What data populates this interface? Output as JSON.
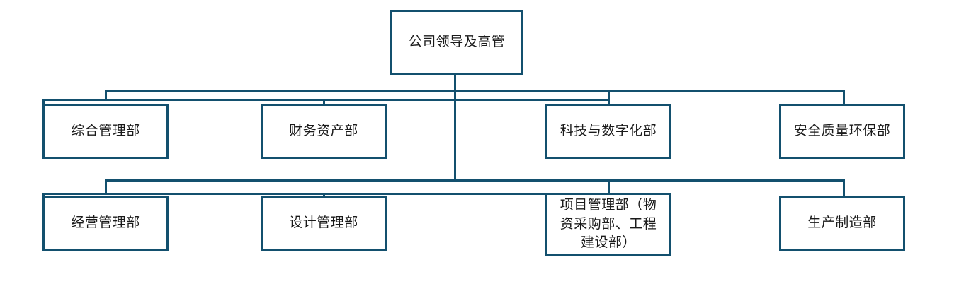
{
  "chart_data": {
    "type": "diagram",
    "diagram_type": "organization-chart",
    "title": "",
    "orientation": "top-down",
    "levels": 3,
    "theme": {
      "line_color": "#13506E",
      "border_color": "#13506E",
      "node_fill": "#FFFFFF",
      "text_color": "#1A1A1A",
      "background": "#FFFFFF"
    },
    "nodes": [
      {
        "id": "root",
        "level": 1,
        "label": "公司领导及高管"
      },
      {
        "id": "r2c1",
        "level": 2,
        "label": "综合管理部"
      },
      {
        "id": "r2c2",
        "level": 2,
        "label": "财务资产部"
      },
      {
        "id": "r2c3",
        "level": 2,
        "label": "科技与数字化部"
      },
      {
        "id": "r2c4",
        "level": 2,
        "label": "安全质量环保部"
      },
      {
        "id": "r3c1",
        "level": 3,
        "label": "经营管理部"
      },
      {
        "id": "r3c2",
        "level": 3,
        "label": "设计管理部"
      },
      {
        "id": "r3c3",
        "level": 3,
        "label": "项目管理部（物资采购部、工程建设部）"
      },
      {
        "id": "r3c4",
        "level": 3,
        "label": "生产制造部"
      }
    ],
    "edges": [
      {
        "from": "root",
        "to": "r2c1"
      },
      {
        "from": "root",
        "to": "r2c2"
      },
      {
        "from": "root",
        "to": "r2c3"
      },
      {
        "from": "root",
        "to": "r2c4"
      },
      {
        "from": "root",
        "to": "r3c1"
      },
      {
        "from": "root",
        "to": "r3c2"
      },
      {
        "from": "root",
        "to": "r3c3"
      },
      {
        "from": "root",
        "to": "r3c4"
      }
    ]
  },
  "chart": {
    "root": {
      "label": "公司领导及高管"
    },
    "row2": [
      {
        "label": "综合管理部"
      },
      {
        "label": "财务资产部"
      },
      {
        "label": "科技与数字化部"
      },
      {
        "label": "安全质量环保部"
      }
    ],
    "row3": [
      {
        "label": "经营管理部"
      },
      {
        "label": "设计管理部"
      },
      {
        "label": "项目管理部（物\n资采购部、工程\n建设部）"
      },
      {
        "label": "生产制造部"
      }
    ]
  }
}
